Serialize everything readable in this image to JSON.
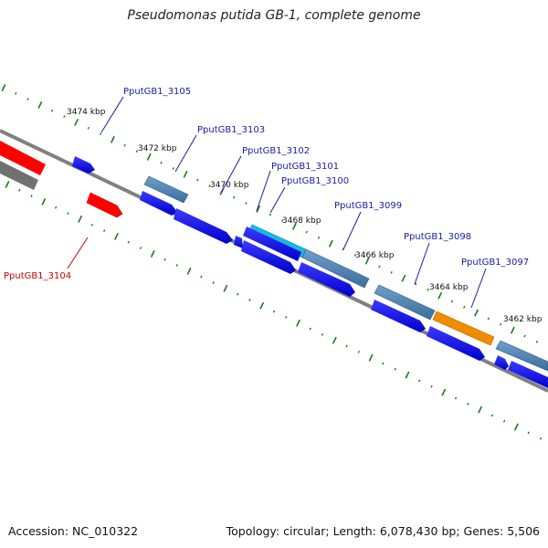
{
  "header": {
    "title": "Pseudomonas putida GB-1, complete genome"
  },
  "footer": {
    "accession": "Accession: NC_010322",
    "topology": "Topology: circular; Length: 6,078,430 bp; Genes: 5,506"
  },
  "map": {
    "ticks": [
      "3474 kbp",
      "3472 kbp",
      "3470 kbp",
      "3468 kbp",
      "3466 kbp",
      "3464 kbp",
      "3462 kbp"
    ],
    "gene_labels": [
      "PputGB1_3105",
      "PputGB1_3103",
      "PputGB1_3102",
      "PputGB1_3101",
      "PputGB1_3100",
      "PputGB1_3099",
      "PputGB1_3098",
      "PputGB1_3097",
      "PputGB1_3104"
    ],
    "colors": {
      "gene_forward": "#0000ee",
      "gene_highlight": "#ff0000",
      "cds_blue": "#4a7fb0",
      "cds_cyan": "#1ab8e0",
      "cds_orange": "#f08c00",
      "backbone": "#808080",
      "tick": "#1a7a1a",
      "label_blue": "#1a1aa6",
      "label_red": "#cc0000"
    }
  }
}
